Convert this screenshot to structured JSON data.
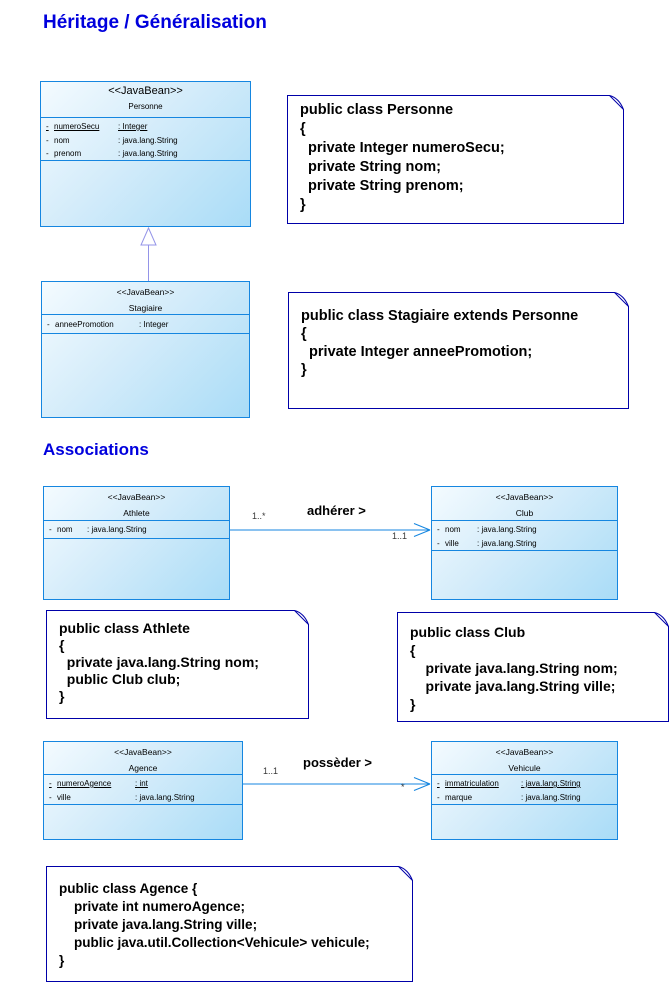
{
  "title": "Héritage / Généralisation",
  "section_associations": "Associations",
  "classes": {
    "personne": {
      "stereotype": "<<JavaBean>>",
      "name": "Personne",
      "attrs": [
        {
          "vis": "-",
          "name": "numeroSecu",
          "type": ": Integer"
        },
        {
          "vis": "-",
          "name": "nom",
          "type": ": java.lang.String"
        },
        {
          "vis": "-",
          "name": "prenom",
          "type": ": java.lang.String"
        }
      ]
    },
    "stagiaire": {
      "stereotype": "<<JavaBean>>",
      "name": "Stagiaire",
      "attrs": [
        {
          "vis": "-",
          "name": "anneePromotion",
          "type": ": Integer"
        }
      ]
    },
    "athlete": {
      "stereotype": "<<JavaBean>>",
      "name": "Athlete",
      "attrs": [
        {
          "vis": "-",
          "name": "nom",
          "type": ": java.lang.String"
        }
      ]
    },
    "club": {
      "stereotype": "<<JavaBean>>",
      "name": "Club",
      "attrs": [
        {
          "vis": "-",
          "name": "nom",
          "type": ": java.lang.String"
        },
        {
          "vis": "-",
          "name": "ville",
          "type": ": java.lang.String"
        }
      ]
    },
    "agence": {
      "stereotype": "<<JavaBean>>",
      "name": "Agence",
      "attrs": [
        {
          "vis": "-",
          "name": "numeroAgence",
          "type": ": int"
        },
        {
          "vis": "-",
          "name": "ville",
          "type": ": java.lang.String"
        }
      ]
    },
    "vehicule": {
      "stereotype": "<<JavaBean>>",
      "name": "Vehicule",
      "attrs": [
        {
          "vis": "-",
          "name": "immatriculation",
          "type": ": java.lang.String"
        },
        {
          "vis": "-",
          "name": "marque",
          "type": ": java.lang.String"
        }
      ]
    }
  },
  "notes": {
    "personne": {
      "lines": [
        "public class Personne",
        "{",
        "  private Integer numeroSecu;",
        "  private String nom;",
        "  private String prenom;",
        "}"
      ]
    },
    "stagiaire": {
      "lines": [
        "public class Stagiaire extends Personne",
        "{",
        "  private Integer anneePromotion;",
        "}"
      ]
    },
    "athlete": {
      "lines": [
        "public class Athlete",
        "{",
        "  private java.lang.String nom;",
        "  public Club club;",
        "}"
      ]
    },
    "club": {
      "lines": [
        "public class Club",
        "{",
        "    private java.lang.String nom;",
        "    private java.lang.String ville;",
        "}"
      ]
    },
    "agence": {
      "lines": [
        "public class Agence {",
        "    private int numeroAgence;",
        "    private java.lang.String ville;",
        "    public java.util.Collection<Vehicule> vehicule;",
        "}"
      ]
    }
  },
  "associations": {
    "adherer": {
      "label": "adhérer >",
      "source_mult": "1..*",
      "target_mult": "1..1"
    },
    "posseder": {
      "label": "possèder >",
      "source_mult": "1..1",
      "target_mult": "*"
    }
  },
  "colors": {
    "heading": "#0000dd",
    "class_border": "#1586e0",
    "class_fill_light": "#f4fbff",
    "class_fill_dark": "#a9dcf7",
    "note_border": "#0000a8",
    "generalization": "#9494e8",
    "association_line": "#1586e0"
  }
}
